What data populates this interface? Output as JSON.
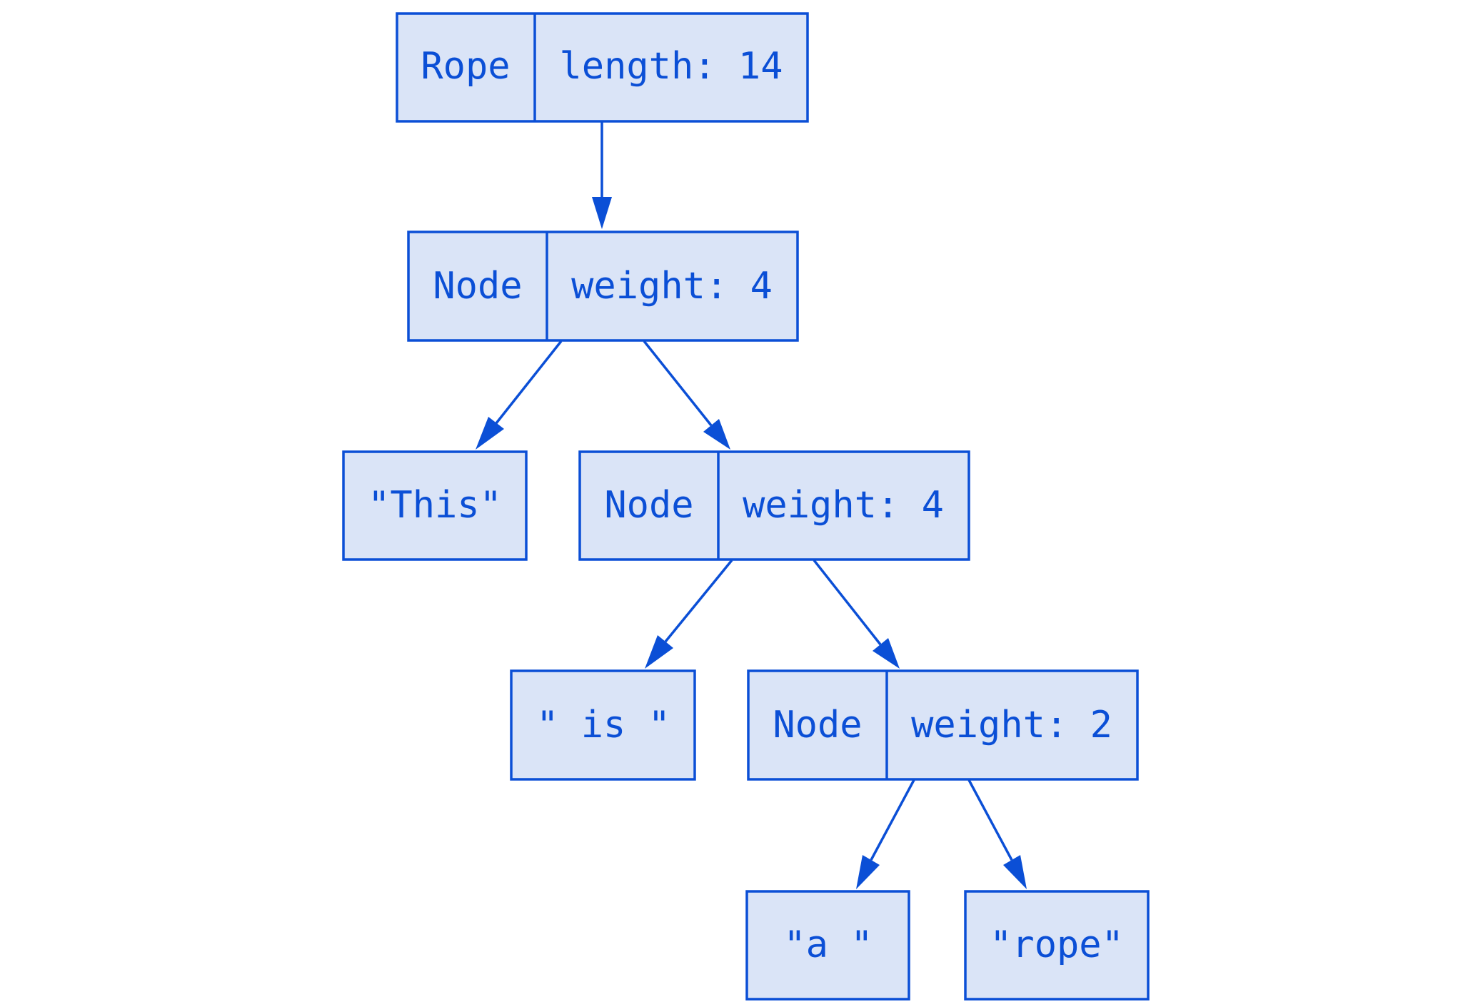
{
  "colors": {
    "stroke": "#0b4fd6",
    "fill": "#dae4f7",
    "text": "#0b4fd6",
    "background": "#ffffff"
  },
  "tree": {
    "root": {
      "name": "Rope",
      "field": "length: 14"
    },
    "node1": {
      "name": "Node",
      "field": "weight: 4"
    },
    "leaf_this": {
      "text": "\"This\""
    },
    "node2": {
      "name": "Node",
      "field": "weight: 4"
    },
    "leaf_is": {
      "text": "\" is \""
    },
    "node3": {
      "name": "Node",
      "field": "weight: 2"
    },
    "leaf_a": {
      "text": "\"a \""
    },
    "leaf_rope": {
      "text": "\"rope\""
    }
  }
}
